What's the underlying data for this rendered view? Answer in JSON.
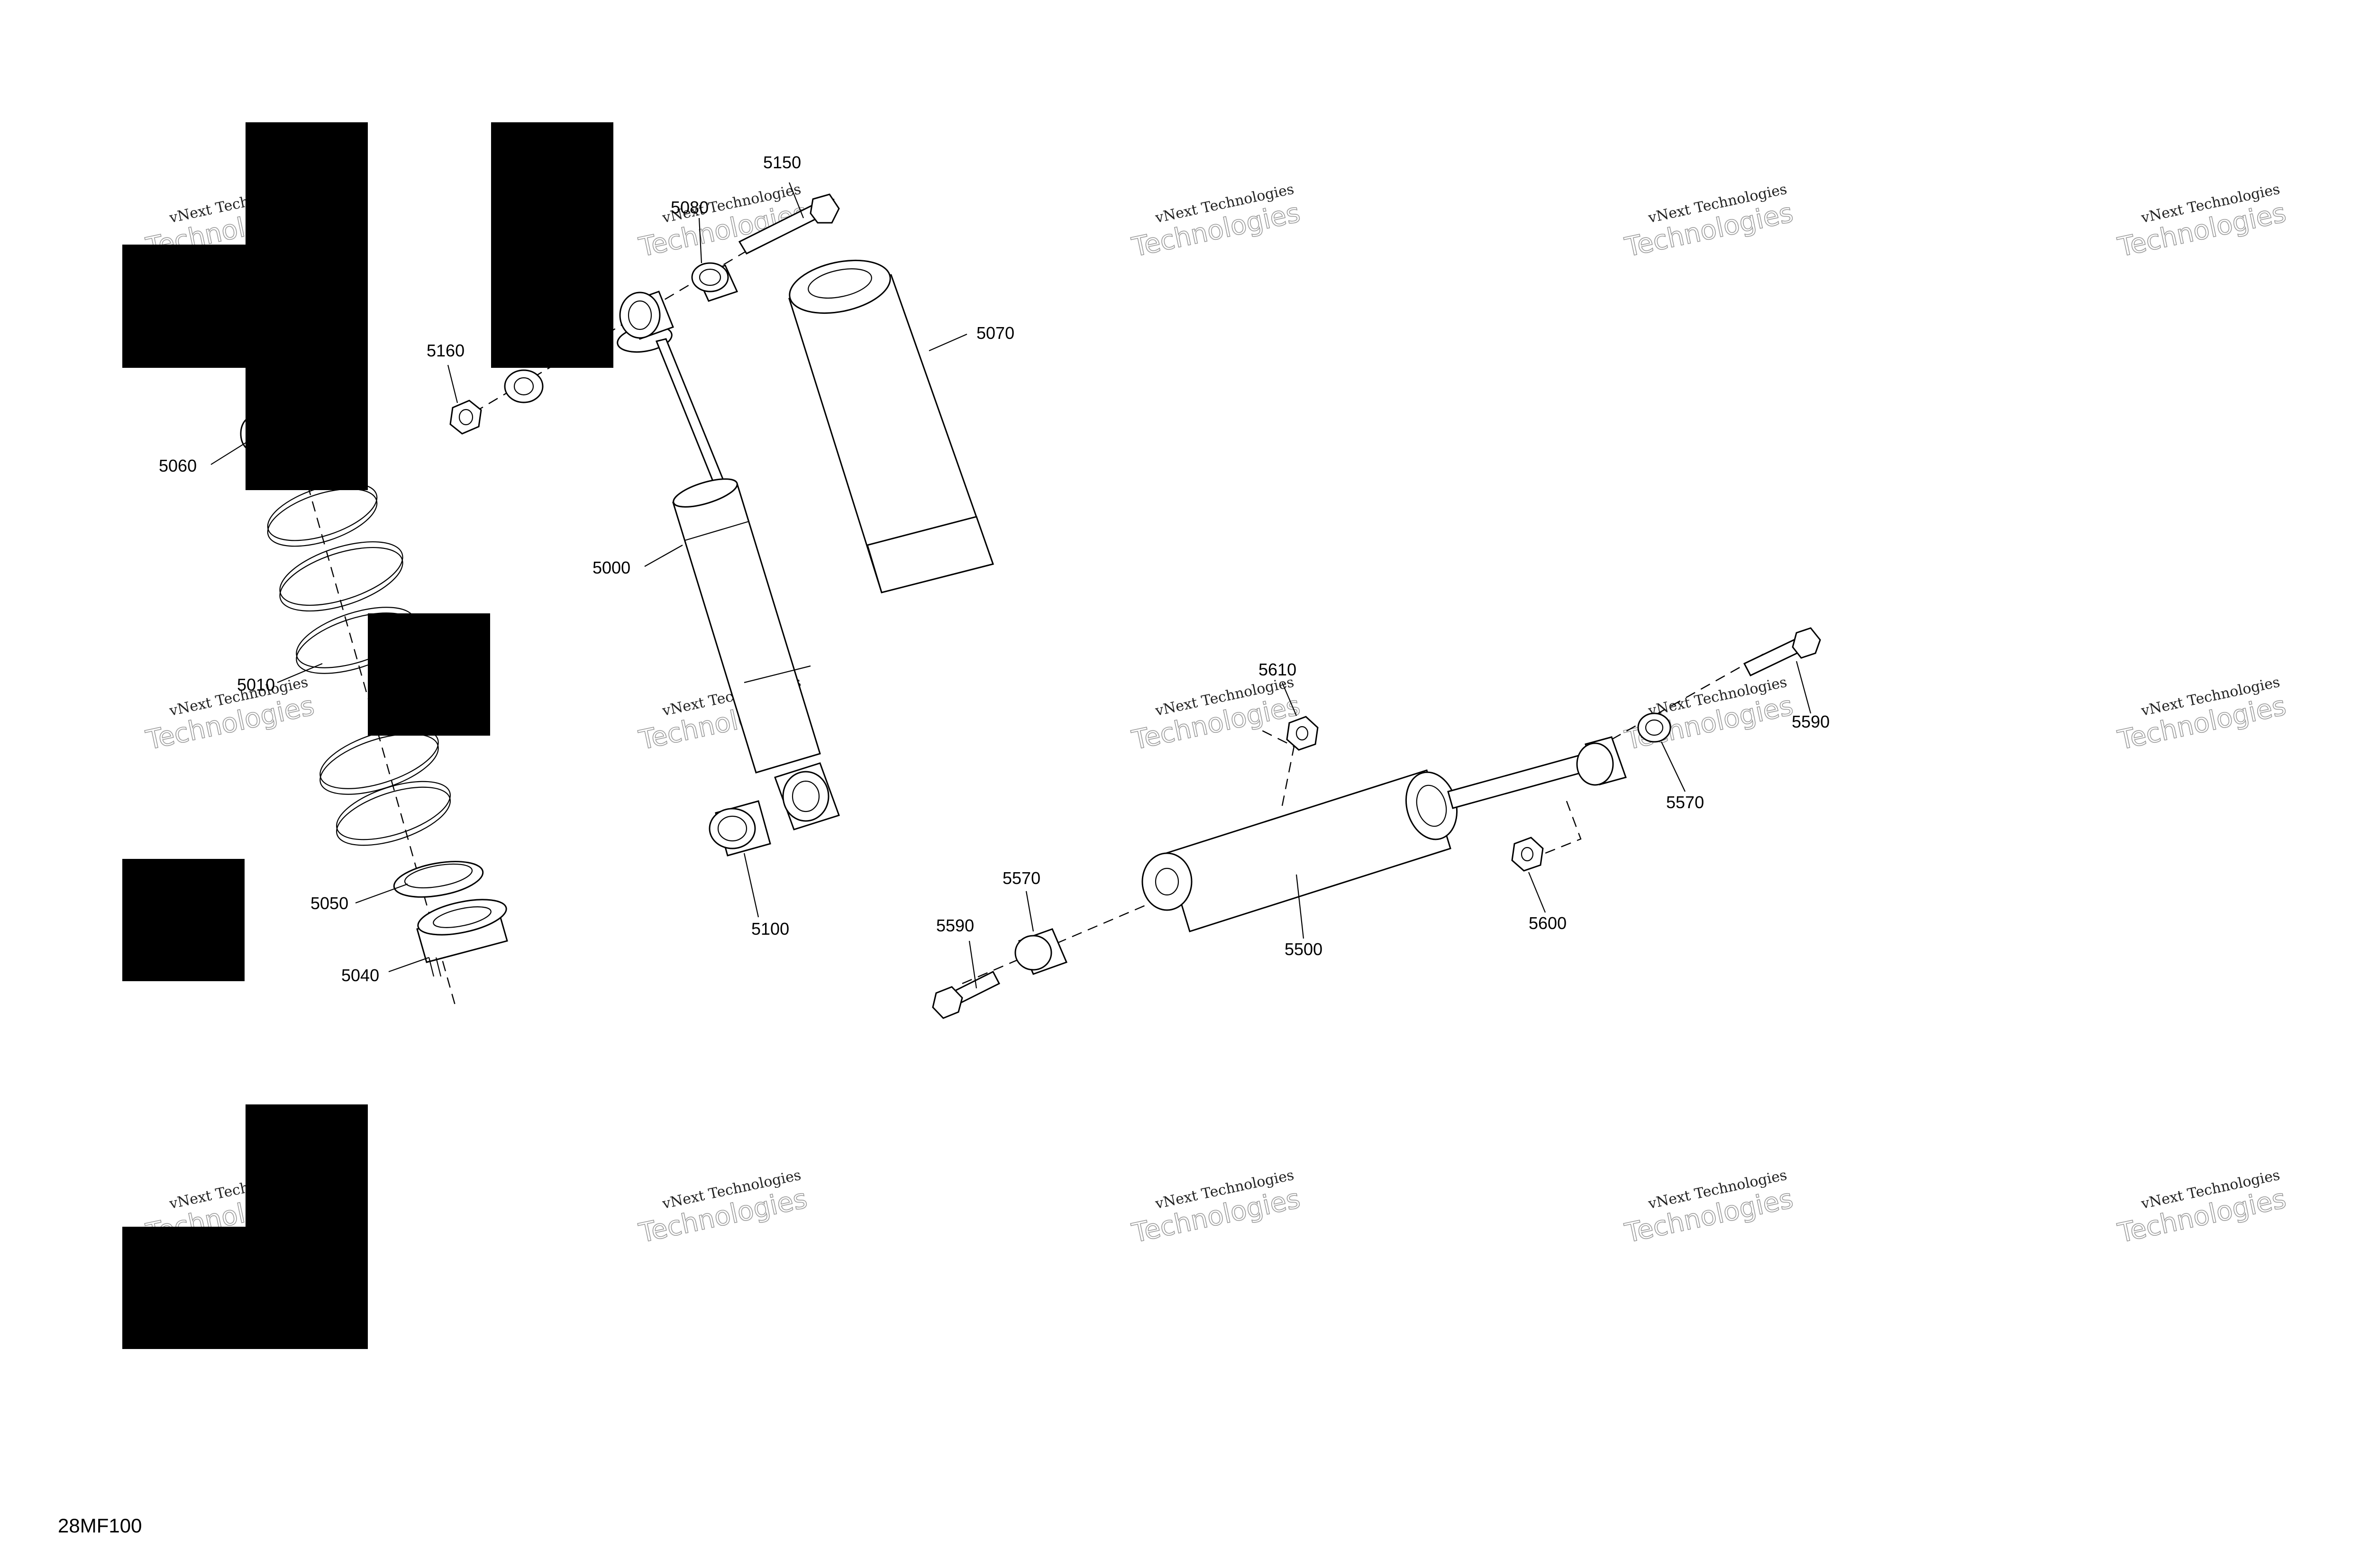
{
  "diagram": {
    "reference_code": "28MF100",
    "watermark": {
      "line1": "vNext Technologies",
      "line2": "Technologies"
    },
    "callouts": [
      "5150",
      "5080",
      "5160",
      "5070",
      "5060",
      "5000",
      "5010",
      "5050",
      "5040",
      "5100",
      "5610",
      "5590",
      "5570",
      "5500",
      "5600",
      "5570",
      "5590"
    ]
  }
}
